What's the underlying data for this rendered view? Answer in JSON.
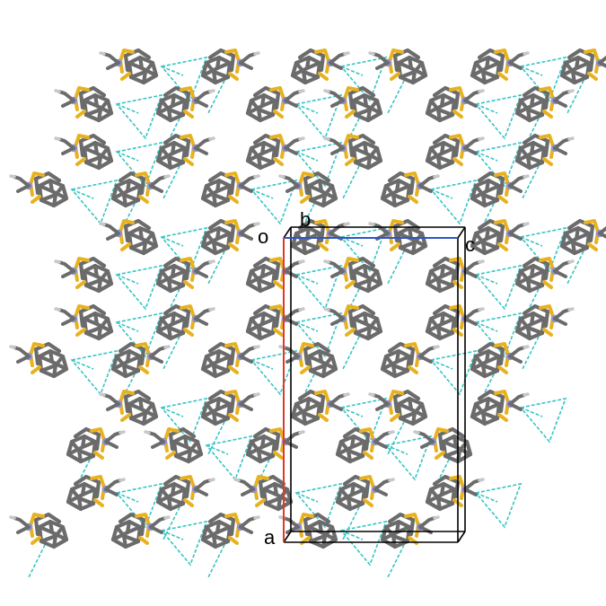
{
  "figure": {
    "type": "crystal packing diagram",
    "background_color": "#ffffff",
    "axis_labels": {
      "origin": "o",
      "a": "a",
      "b": "b",
      "c": "c"
    },
    "colors": {
      "carbon": "#6b6b6b",
      "sulfur": "#e8b21f",
      "nitrogen": "#8f93d6",
      "hydrogen": "#c8c8c8",
      "contacts": "#37c4c4",
      "cell_edges": "#000000",
      "a_axis": "#e0382e",
      "c_axis": "#2f54c9"
    }
  }
}
